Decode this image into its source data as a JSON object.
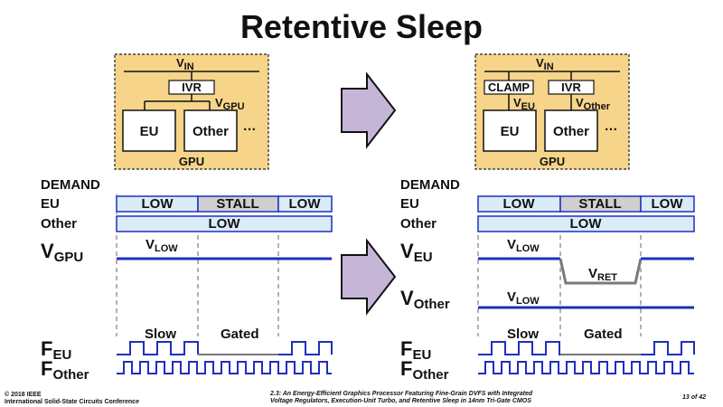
{
  "title": "Retentive Sleep",
  "colors": {
    "accent": "#1f2fbf",
    "bar_fill": "#d9ecf7",
    "stall_fill": "#cfcfcf",
    "gpu_fill": "#f6d58a",
    "arrow_fill": "#c5b6d8"
  },
  "left_block": {
    "vin": "V",
    "vin_sub": "IN",
    "ivr": "IVR",
    "vgpu": "V",
    "vgpu_sub": "GPU",
    "eu": "EU",
    "other": "Other",
    "ellipsis": "…",
    "gpu": "GPU"
  },
  "right_block": {
    "vin": "V",
    "vin_sub": "IN",
    "clamp": "CLAMP",
    "ivr": "IVR",
    "veu": "V",
    "veu_sub": "EU",
    "vother": "V",
    "vother_sub": "Other",
    "eu": "EU",
    "other": "Other",
    "ellipsis": "…",
    "gpu": "GPU"
  },
  "left_timing": {
    "demand": "DEMAND",
    "eu": "EU",
    "other": "Other",
    "eu_seg1": "LOW",
    "eu_seg2": "STALL",
    "eu_seg3": "LOW",
    "other_bar": "LOW",
    "vgpu": "V",
    "vgpu_sub": "GPU",
    "vlow": "V",
    "vlow_sub": "LOW",
    "slow": "Slow",
    "gated": "Gated",
    "feu": "F",
    "feu_sub": "EU",
    "fother": "F",
    "fother_sub": "Other"
  },
  "right_timing": {
    "demand": "DEMAND",
    "eu": "EU",
    "other": "Other",
    "eu_seg1": "LOW",
    "eu_seg2": "STALL",
    "eu_seg3": "LOW",
    "other_bar": "LOW",
    "veu": "V",
    "veu_sub": "EU",
    "vlow1": "V",
    "vlow1_sub": "LOW",
    "vret": "V",
    "vret_sub": "RET",
    "vother": "V",
    "vother_sub": "Other",
    "vlow2": "V",
    "vlow2_sub": "LOW",
    "slow": "Slow",
    "gated": "Gated",
    "feu": "F",
    "feu_sub": "EU",
    "fother": "F",
    "fother_sub": "Other"
  },
  "footer": {
    "copyright": "© 2018 IEEE",
    "conference": "International Solid-State Circuits Conference",
    "paper_line1": "2.3: An Energy-Efficient Graphics Processor Featuring Fine-Grain DVFS with Integrated",
    "paper_line2": "Voltage Regulators, Execution-Unit Turbo, and Retentive Sleep in 14nm Tri-Gate CMOS",
    "page": "13 of 42"
  }
}
